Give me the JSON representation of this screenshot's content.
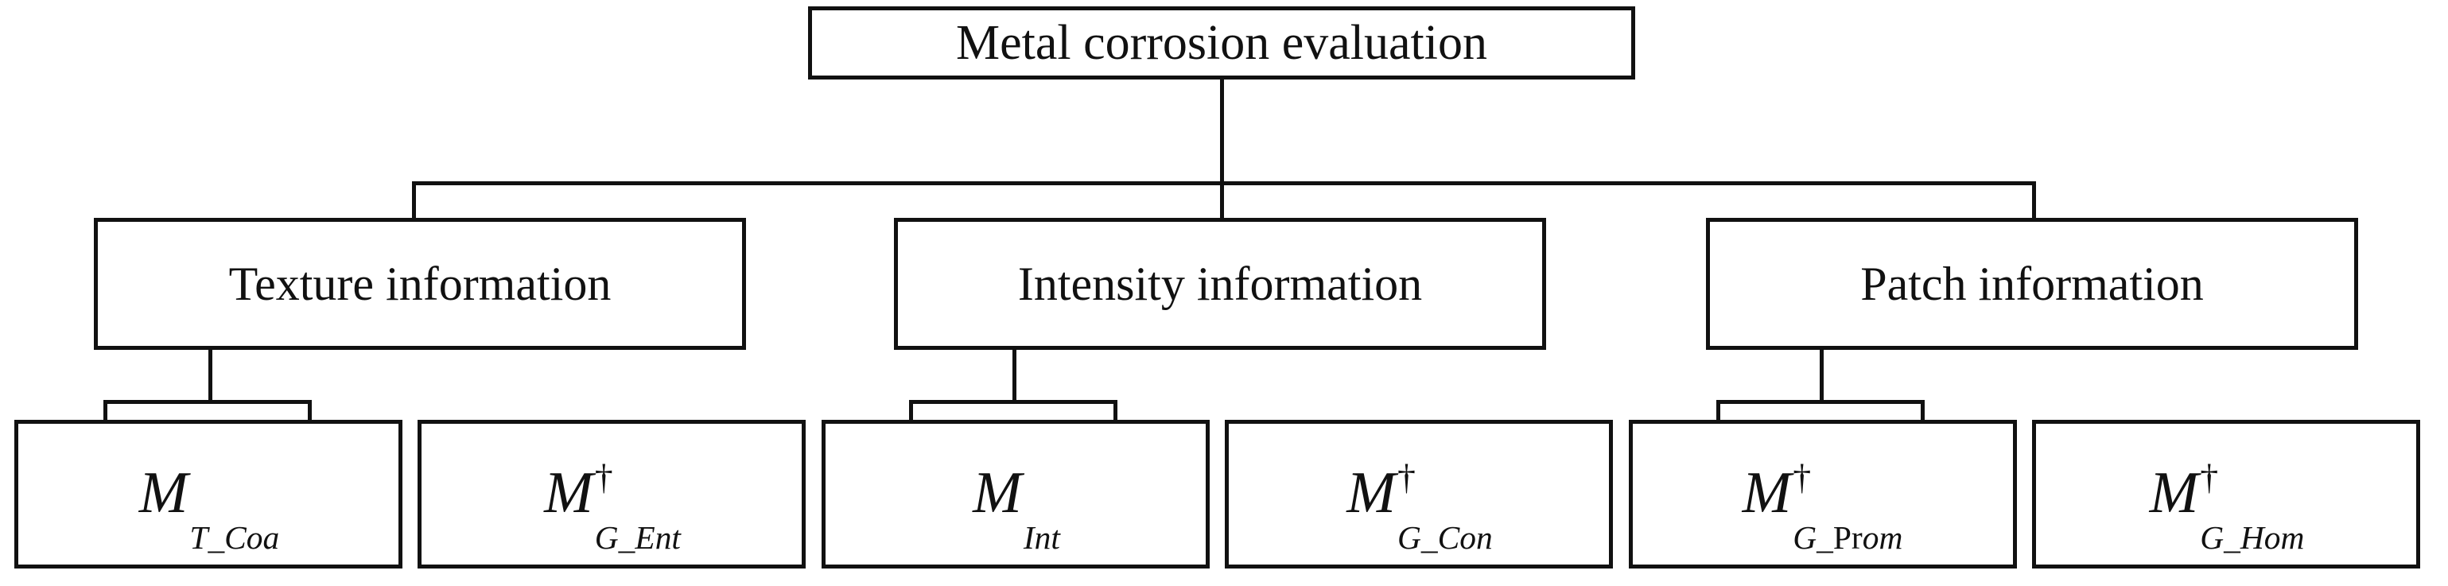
{
  "diagram": {
    "type": "tree",
    "title": "Metal corrosion evaluation",
    "background_color": "#ffffff",
    "line_color": "#111111",
    "text_color": "#111111",
    "root": {
      "label": "Metal corrosion evaluation"
    },
    "branches": [
      {
        "label": "Texture information",
        "leaves": [
          {
            "base": "M",
            "superscript": "",
            "subscript": "T_Coa",
            "subscript_parts": [
              {
                "text": "T_Coa",
                "style": "italic"
              }
            ]
          },
          {
            "base": "M",
            "superscript": "†",
            "subscript": "G_Ent",
            "subscript_parts": [
              {
                "text": "G_Ent",
                "style": "italic"
              }
            ]
          }
        ]
      },
      {
        "label": "Intensity information",
        "leaves": [
          {
            "base": "M",
            "superscript": "",
            "subscript": "Int",
            "subscript_parts": [
              {
                "text": "Int",
                "style": "italic"
              }
            ]
          },
          {
            "base": "M",
            "superscript": "†",
            "subscript": "G_Con",
            "subscript_parts": [
              {
                "text": "G_Con",
                "style": "italic"
              }
            ]
          }
        ]
      },
      {
        "label": "Patch information",
        "leaves": [
          {
            "base": "M",
            "superscript": "†",
            "subscript": "G_Prom",
            "subscript_parts": [
              {
                "text": "G_",
                "style": "italic"
              },
              {
                "text": "Pr",
                "style": "roman"
              },
              {
                "text": "om",
                "style": "italic"
              }
            ]
          },
          {
            "base": "M",
            "superscript": "†",
            "subscript": "G_Hom",
            "subscript_parts": [
              {
                "text": "G_Hom",
                "style": "italic"
              }
            ]
          }
        ]
      }
    ]
  }
}
